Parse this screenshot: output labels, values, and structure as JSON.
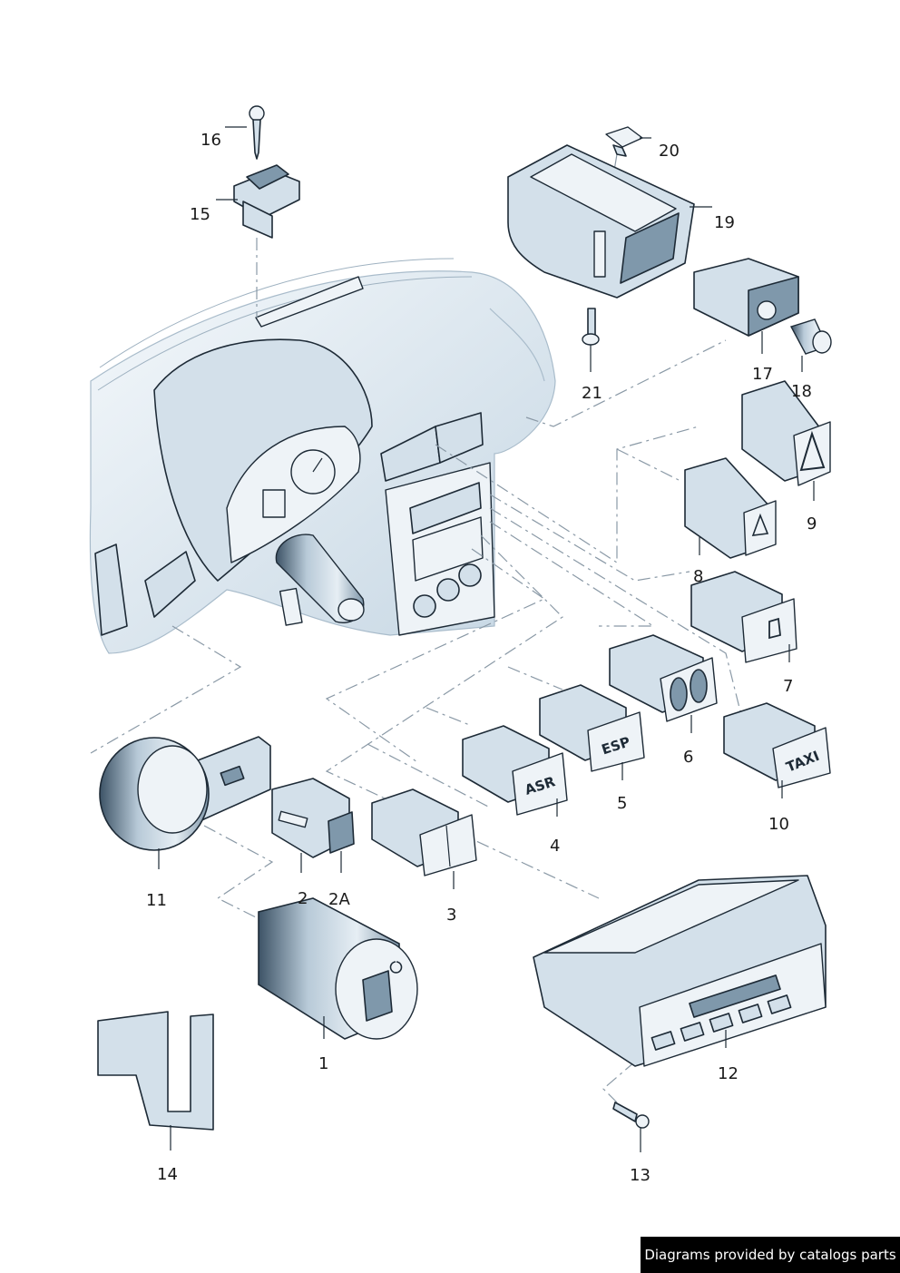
{
  "diagram": {
    "callouts": [
      "1",
      "2",
      "2A",
      "3",
      "4",
      "5",
      "6",
      "7",
      "8",
      "9",
      "10",
      "11",
      "12",
      "13",
      "14",
      "15",
      "16",
      "17",
      "18",
      "19",
      "20",
      "21"
    ],
    "switch_labels": {
      "asr": "ASR",
      "esp": "ESP",
      "taxi": "TAXI"
    }
  },
  "watermark": {
    "text": "Diagrams provided by catalogs parts"
  }
}
